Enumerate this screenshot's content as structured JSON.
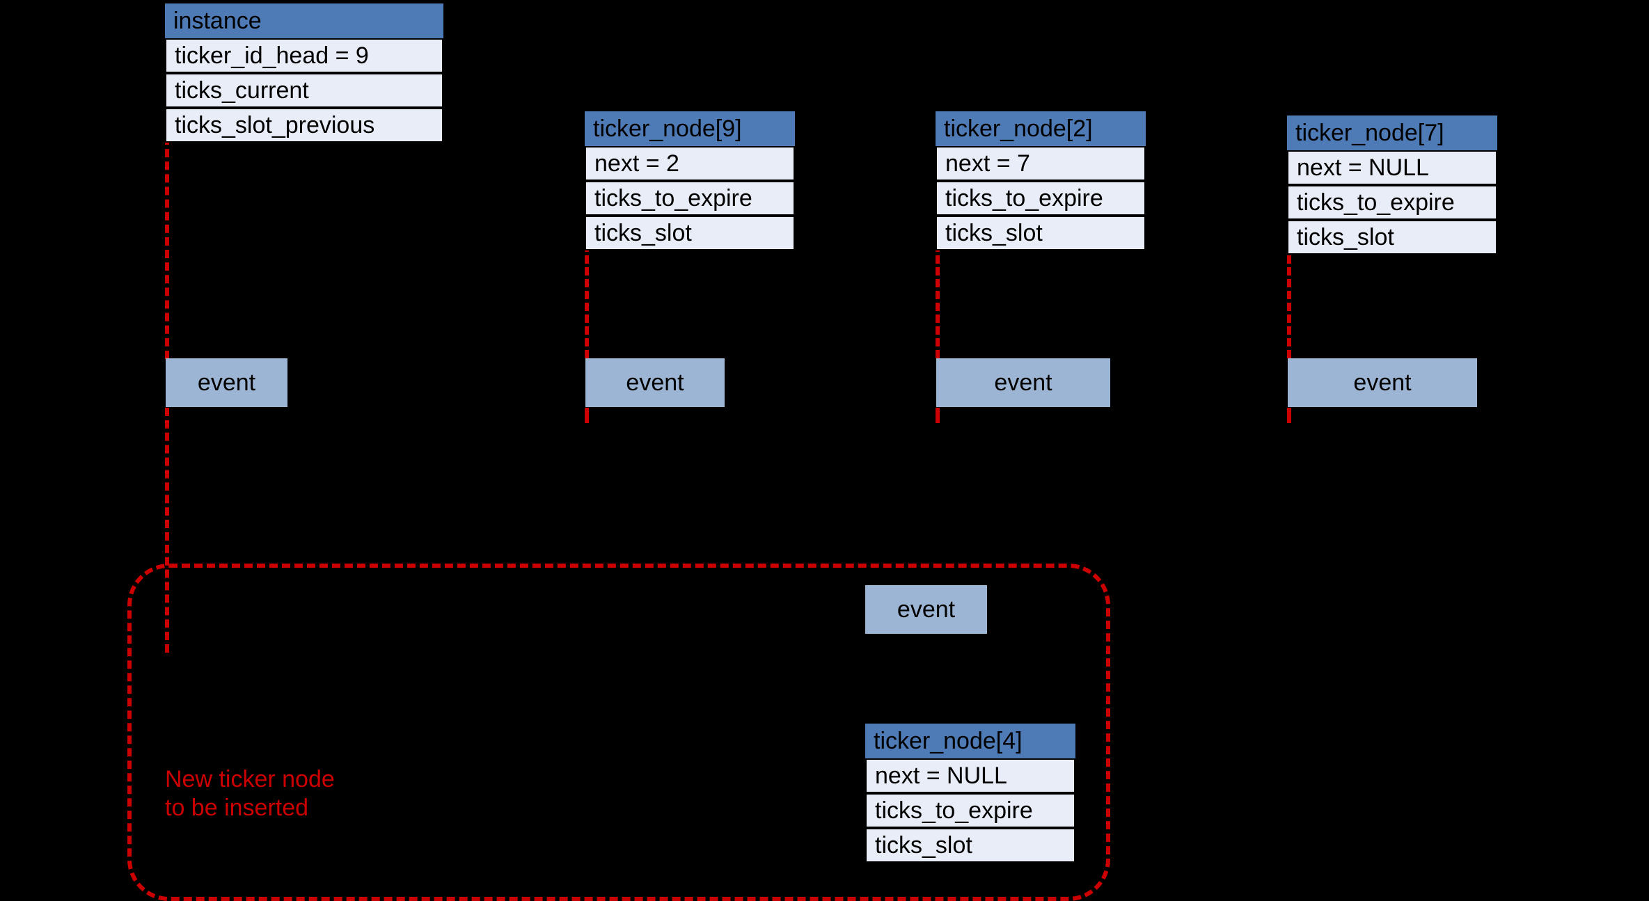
{
  "diagram": {
    "title_text_color": "#cc0000",
    "colors": {
      "background": "#000000",
      "header_blue": "#4e7ab5",
      "row_fill": "#e8edf7",
      "event_fill": "#9db5d4",
      "accent_red": "#cc0000"
    },
    "instance_struct": {
      "header": "instance",
      "rows": [
        "ticker_id_head = 9",
        "ticks_current",
        "ticks_slot_previous"
      ]
    },
    "ticker_nodes": [
      {
        "header": "ticker_node[9]",
        "rows": [
          "next = 2",
          "ticks_to_expire",
          "ticks_slot"
        ]
      },
      {
        "header": "ticker_node[2]",
        "rows": [
          "next = 7",
          "ticks_to_expire",
          "ticks_slot"
        ]
      },
      {
        "header": "ticker_node[7]",
        "rows": [
          "next = NULL",
          "ticks_to_expire",
          "ticks_slot"
        ]
      }
    ],
    "new_node": {
      "header": "ticker_node[4]",
      "rows": [
        "next = NULL",
        "ticks_to_expire",
        "ticks_slot"
      ]
    },
    "event_labels": {
      "instance_event": "event",
      "node9_event": "event",
      "node2_event": "event",
      "node7_event": "event",
      "new_node_event": "event"
    },
    "annotation": {
      "text": "New ticker node\nto be inserted"
    }
  }
}
